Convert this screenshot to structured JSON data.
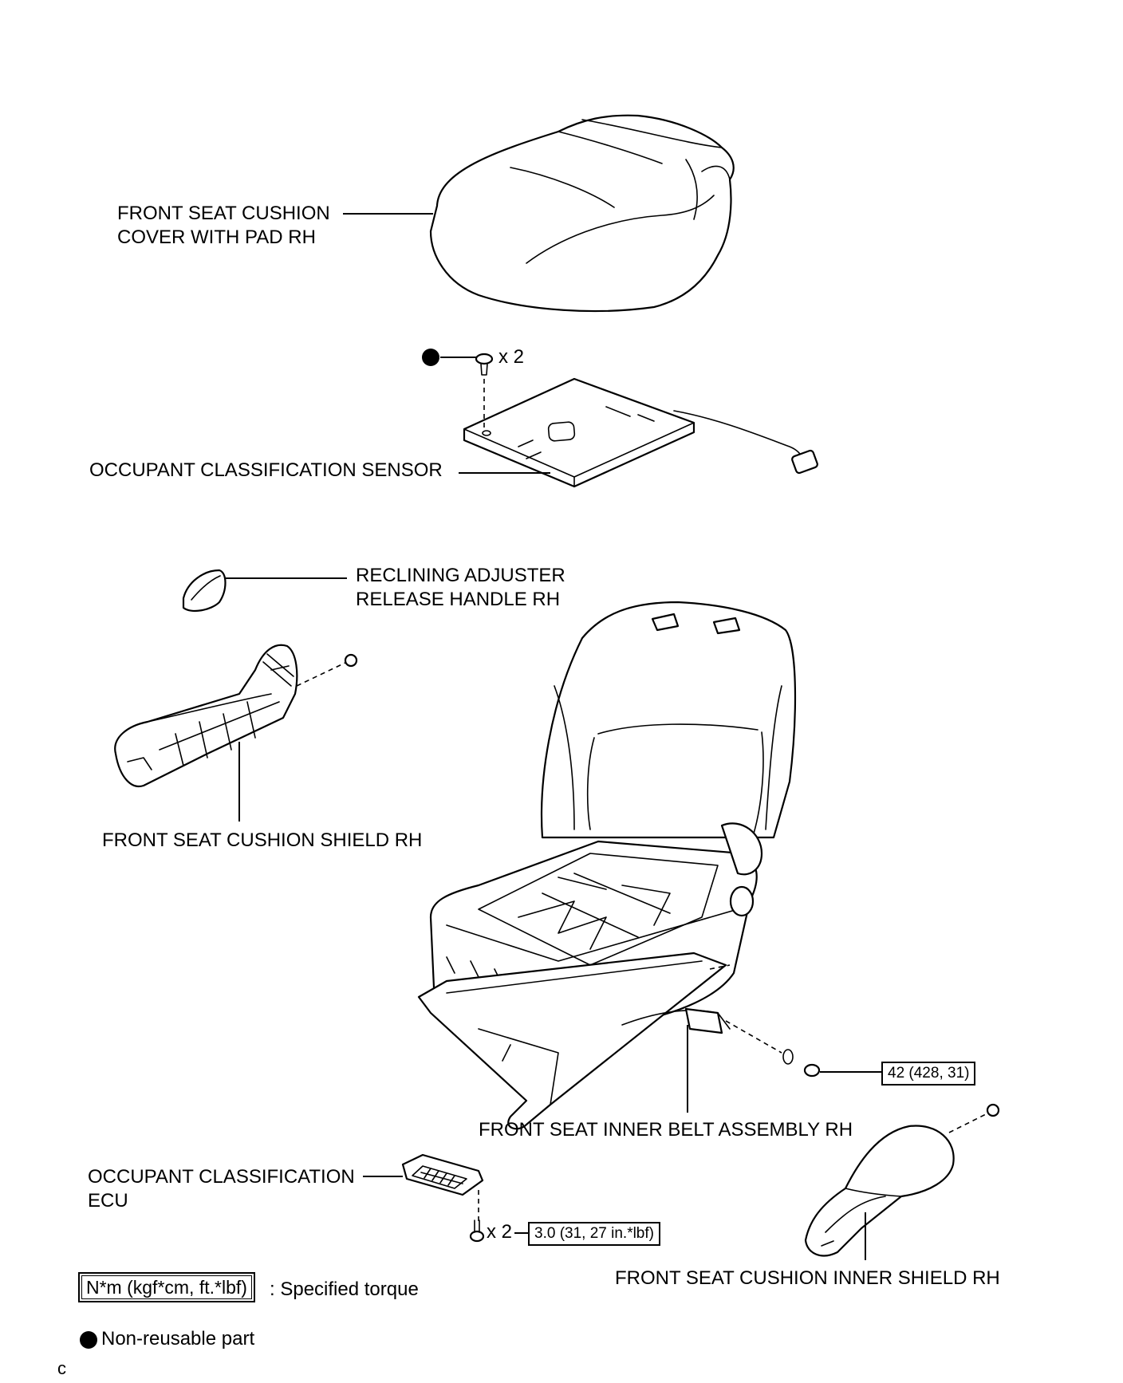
{
  "labels": {
    "cushion_cover": [
      "FRONT SEAT CUSHION",
      "COVER WITH PAD RH"
    ],
    "occupant_sensor": "OCCUPANT CLASSIFICATION SENSOR",
    "reclining_handle": [
      "RECLINING ADJUSTER",
      "RELEASE HANDLE RH"
    ],
    "cushion_shield": "FRONT SEAT CUSHION SHIELD RH",
    "inner_belt": "FRONT SEAT INNER BELT ASSEMBLY RH",
    "occupant_ecu": [
      "OCCUPANT CLASSIFICATION",
      "ECU"
    ],
    "inner_shield": "FRONT SEAT CUSHION INNER SHIELD RH"
  },
  "quantities": {
    "clip_qty": "x 2",
    "bolt_qty": "x 2"
  },
  "torques": {
    "belt_nut": "42 (428, 31)",
    "ecu_bolt": "3.0 (31, 27 in.*lbf)"
  },
  "legend": {
    "torque_box": "N*m (kgf*cm, ft.*lbf)",
    "torque_text": ": Specified torque",
    "nonreusable_text": "Non-reusable part"
  },
  "corner_mark": "c"
}
